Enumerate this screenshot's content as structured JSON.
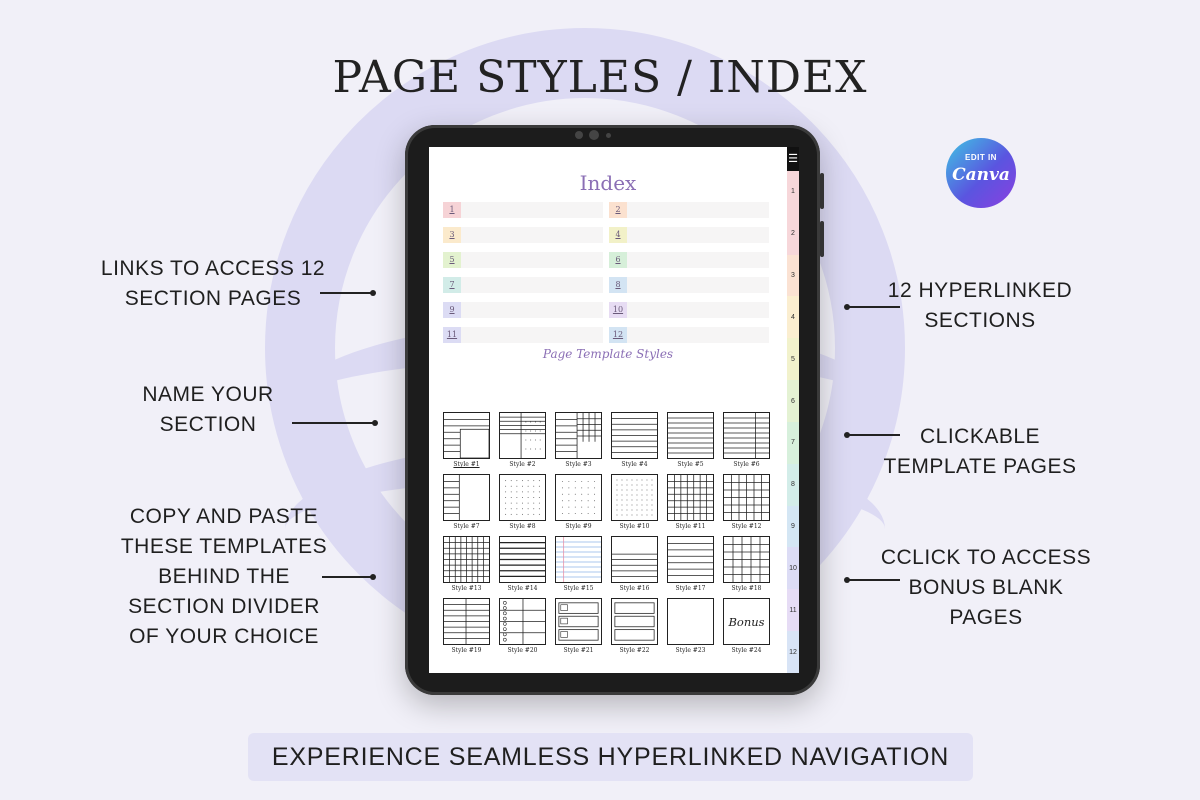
{
  "title": "PAGE STYLES / INDEX",
  "canva_badge": {
    "top": "EDIT IN",
    "logo": "Canva"
  },
  "callouts": {
    "left": [
      {
        "name": "links-callout",
        "lines": [
          "LINKS TO ACCESS 12",
          "SECTION PAGES"
        ]
      },
      {
        "name": "name-section-callout",
        "lines": [
          "NAME YOUR",
          "SECTION"
        ]
      },
      {
        "name": "copy-paste-callout",
        "lines": [
          "COPY AND PASTE",
          "THESE TEMPLATES",
          "BEHIND THE",
          "SECTION DIVIDER",
          "OF YOUR CHOICE"
        ]
      }
    ],
    "right": [
      {
        "name": "hyperlinked-sections-callout",
        "lines": [
          "12 HYPERLINKED",
          "SECTIONS"
        ]
      },
      {
        "name": "clickable-templates-callout",
        "lines": [
          "CLICKABLE",
          "TEMPLATE PAGES"
        ]
      },
      {
        "name": "bonus-pages-callout",
        "lines": [
          "CCLICK TO ACCESS",
          "BONUS BLANK",
          "PAGES"
        ]
      }
    ]
  },
  "tablet": {
    "menu_icon": "hamburger-icon",
    "index_title": "Index",
    "index_items": [
      "1",
      "2",
      "3",
      "4",
      "5",
      "6",
      "7",
      "8",
      "9",
      "10",
      "11",
      "12"
    ],
    "index_colors": [
      "#f6d3d6",
      "#fbe1cf",
      "#fbeacc",
      "#f2f1c8",
      "#e3f2cf",
      "#d6efd9",
      "#d2ece8",
      "#d3e4f3",
      "#dcdcf4",
      "#e7dcf3",
      "#dcdcf4",
      "#d3e4f3"
    ],
    "tabs": [
      "1",
      "2",
      "3",
      "4",
      "5",
      "6",
      "7",
      "8",
      "9",
      "10",
      "11",
      "12"
    ],
    "tab_colors": [
      "#f7d7da",
      "#f7d7da",
      "#fbe2d3",
      "#fbeed0",
      "#f2f2cc",
      "#e4f2d3",
      "#d7f0dc",
      "#d3ede9",
      "#d4e6f4",
      "#dcdcf5",
      "#e6dcf5",
      "#d8e4f6"
    ],
    "templates_title": "Page Template Styles",
    "styles": [
      "Style #1",
      "Style #2",
      "Style #3",
      "Style #4",
      "Style #5",
      "Style #6",
      "Style #7",
      "Style #8",
      "Style #9",
      "Style #10",
      "Style #11",
      "Style #12",
      "Style #13",
      "Style #14",
      "Style #15",
      "Style #16",
      "Style #17",
      "Style #18",
      "Style #19",
      "Style #20",
      "Style #21",
      "Style #22",
      "Style #23",
      "Style #24"
    ],
    "bonus_label": "Bonus"
  },
  "banner": "EXPERIENCE SEAMLESS HYPERLINKED NAVIGATION"
}
